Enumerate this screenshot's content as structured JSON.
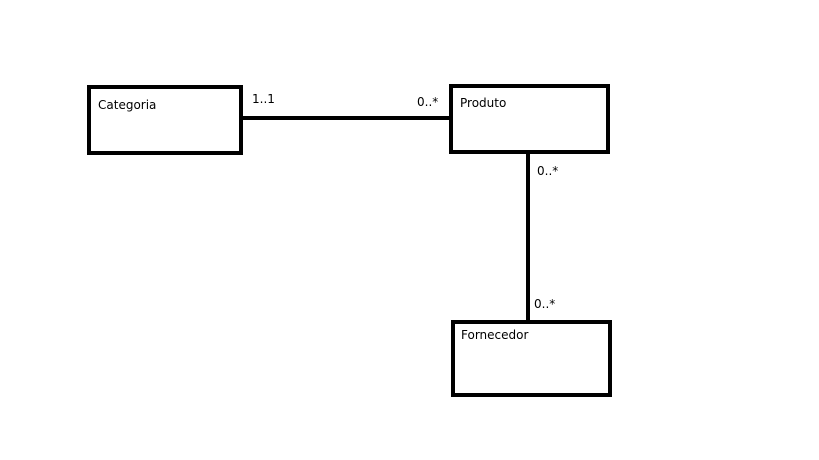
{
  "entities": {
    "categoria": {
      "name": "Categoria"
    },
    "produto": {
      "name": "Produto"
    },
    "fornecedor": {
      "name": "Fornecedor"
    }
  },
  "associations": {
    "categoria_produto": {
      "from": "Categoria",
      "to": "Produto",
      "from_multiplicity": "1..1",
      "to_multiplicity": "0..*"
    },
    "produto_fornecedor": {
      "from": "Produto",
      "to": "Fornecedor",
      "from_multiplicity": "0..*",
      "to_multiplicity": "0..*"
    }
  },
  "colors": {
    "stroke": "#000000",
    "background": "#ffffff"
  }
}
